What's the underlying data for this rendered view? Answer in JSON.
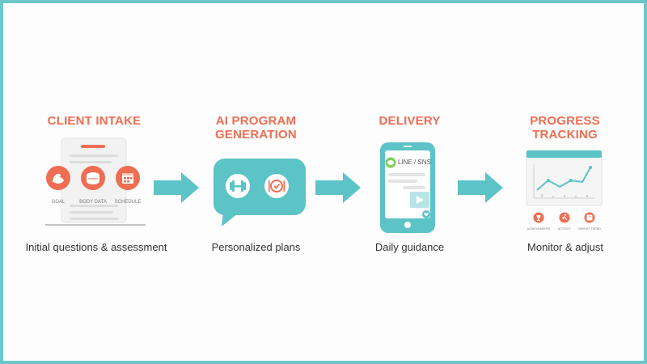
{
  "colors": {
    "accent": "#ef6d52",
    "teal": "#5cc3c6",
    "frame": "#6cc7cb",
    "chat_green": "#7fcf5a"
  },
  "steps": [
    {
      "title": "CLIENT INTAKE",
      "caption": "Initial questions & assessment",
      "icons": [
        {
          "icon": "flexed-arm-icon",
          "label": "GOAL"
        },
        {
          "icon": "tape-measure-icon",
          "label": "BODY DATA"
        },
        {
          "icon": "calendar-icon",
          "label": "SCHEDULE"
        }
      ]
    },
    {
      "title_line1": "AI PROGRAM",
      "title_line2": "GENERATION",
      "caption": "Personalized plans",
      "icons": [
        {
          "icon": "dumbbell-icon"
        },
        {
          "icon": "plate-fork-knife-icon"
        }
      ]
    },
    {
      "title": "DELIVERY",
      "caption": "Daily guidance",
      "channel_label": "LINE / SNS",
      "icons": [
        {
          "icon": "chat-bubble-icon"
        },
        {
          "icon": "video-play-icon"
        },
        {
          "icon": "heart-icon"
        }
      ]
    },
    {
      "title": "PROGRESS TRACKING",
      "caption": "Monitor & adjust",
      "icons": [
        {
          "icon": "trophy-icon",
          "label": "ACHIEVEMENTS"
        },
        {
          "icon": "running-icon",
          "label": "ACTIVITY"
        },
        {
          "icon": "scale-icon",
          "label": "WEIGHT TREND"
        }
      ]
    }
  ]
}
